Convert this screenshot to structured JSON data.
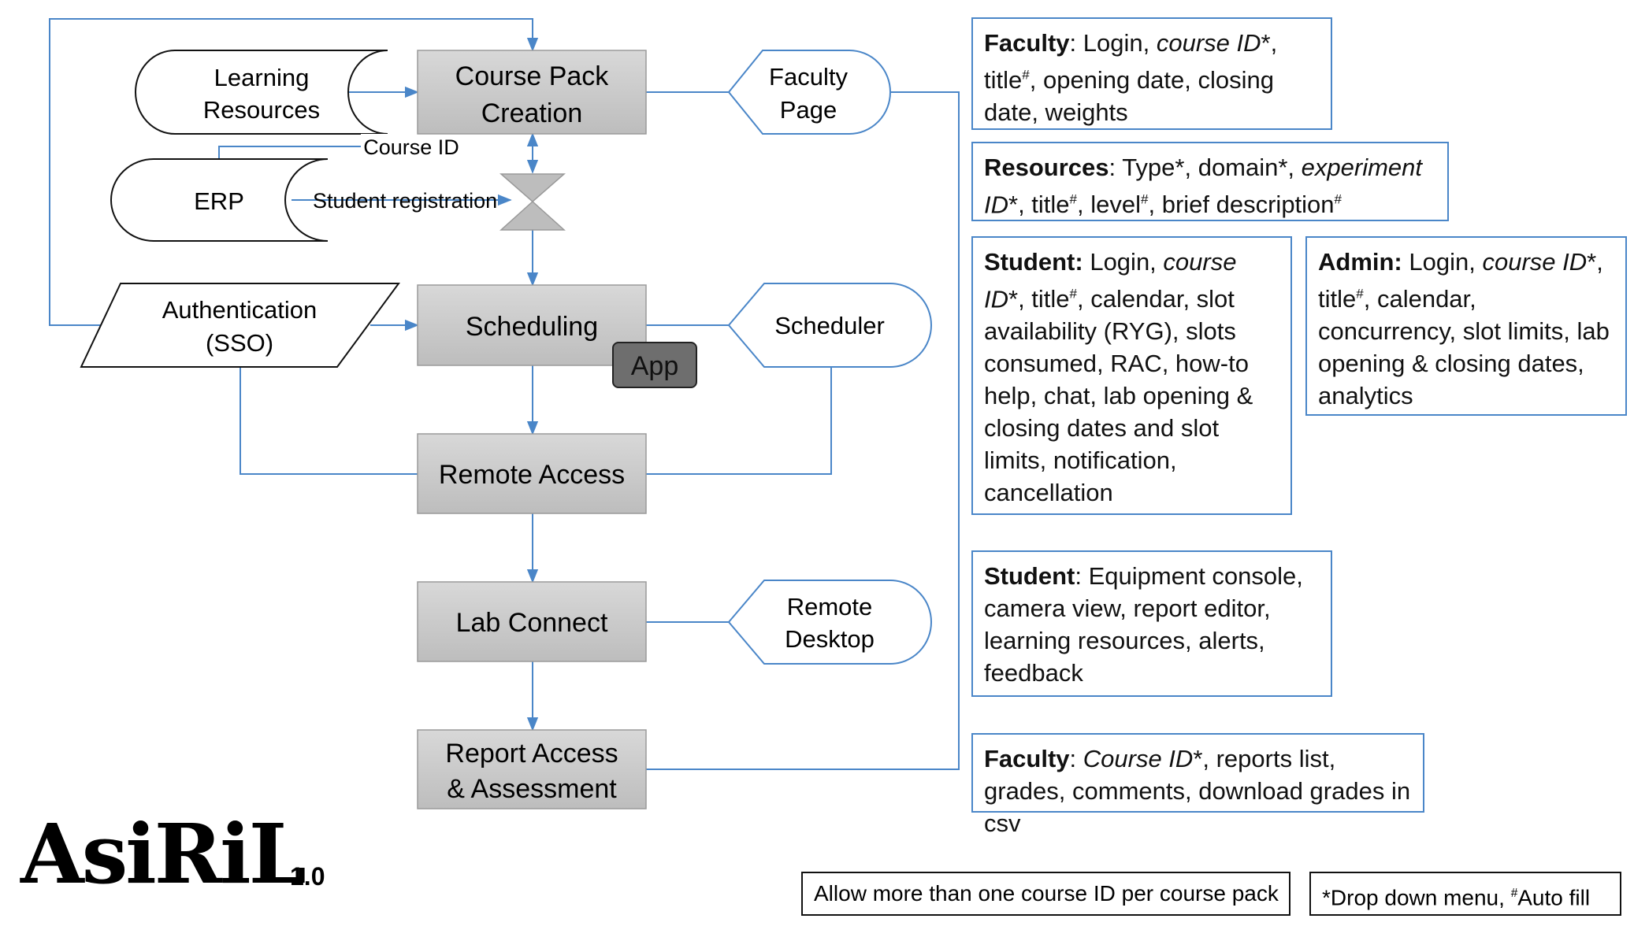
{
  "flow": {
    "course_pack": [
      "Course Pack",
      "Creation"
    ],
    "scheduling": "Scheduling",
    "remote_access": "Remote Access",
    "lab_connect": "Lab Connect",
    "report": [
      "Report Access",
      "& Assessment"
    ],
    "app": "App"
  },
  "sources": {
    "learning_resources": [
      "Learning",
      "Resources"
    ],
    "erp": "ERP",
    "authentication": [
      "Authentication",
      "(SSO)"
    ]
  },
  "interfaces": {
    "faculty_page": [
      "Faculty",
      "Page"
    ],
    "scheduler": "Scheduler",
    "remote_desktop": [
      "Remote",
      "Desktop"
    ]
  },
  "edge_labels": {
    "course_id": "Course ID",
    "student_registration": "Student registration"
  },
  "feature_boxes": {
    "faculty_course": {
      "role": "Faculty",
      "sep": ": ",
      "pre": "Login, ",
      "em": "course ID",
      "rest": "*, title‡, opening date, closing date, weights"
    },
    "resources": {
      "role": "Resources",
      "sep": ": ",
      "pre": "Type*, domain*, ",
      "em": "experiment ID",
      "rest": "*, title‡, level‡, brief description‡"
    },
    "student_scheduling": {
      "role": "Student:",
      "sep": " ",
      "pre": "Login, ",
      "em": "course ID",
      "rest": "*, title‡, calendar, slot availability (RYG), slots consumed, RAC, how-to help, chat, lab opening & closing dates and slot limits, notification, cancellation"
    },
    "admin": {
      "role": "Admin:",
      "sep": " ",
      "pre": "Login, ",
      "em": "course ID",
      "rest": "*, title‡, calendar, concurrency, slot limits, lab opening & closing dates, analytics"
    },
    "student_lab": {
      "role": "Student",
      "sep": ": ",
      "pre": "Equipment console, camera view, report editor, learning resources, alerts, feedback",
      "em": "",
      "rest": ""
    },
    "faculty_report": {
      "role": "Faculty",
      "sep": ": ",
      "pre": "",
      "em": "Course ID",
      "rest": "*, reports list, grades, comments, download grades in csv"
    }
  },
  "notes": {
    "course_id_note": "Allow more than one course ID per course pack",
    "legend": "*Drop down menu, ‡Auto fill"
  },
  "branding": {
    "logo": "AsiRiL",
    "version": "1.0"
  },
  "colors": {
    "process_fill": "#c8c8c8",
    "connector": "#4a86c8",
    "app_fill": "#6e6e6e"
  }
}
